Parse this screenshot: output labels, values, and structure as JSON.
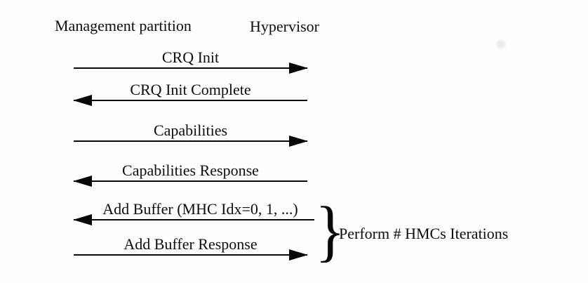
{
  "colors": {
    "ink": "#0d0d0d",
    "background": "#fdfdfb"
  },
  "header": {
    "left_lane": "Management partition",
    "right_lane": "Hypervisor"
  },
  "messages": [
    {
      "label": "CRQ Init",
      "direction": "to-hypervisor"
    },
    {
      "label": "CRQ Init Complete",
      "direction": "to-management"
    },
    {
      "label": "Capabilities",
      "direction": "to-hypervisor"
    },
    {
      "label": "Capabilities Response",
      "direction": "to-management"
    },
    {
      "label": "Add Buffer (MHC Idx=0, 1, ...)",
      "direction": "to-management"
    },
    {
      "label": "Add Buffer Response",
      "direction": "to-hypervisor"
    }
  ],
  "annotation": {
    "brace_char": "}",
    "label": "Perform # HMCs Iterations"
  }
}
